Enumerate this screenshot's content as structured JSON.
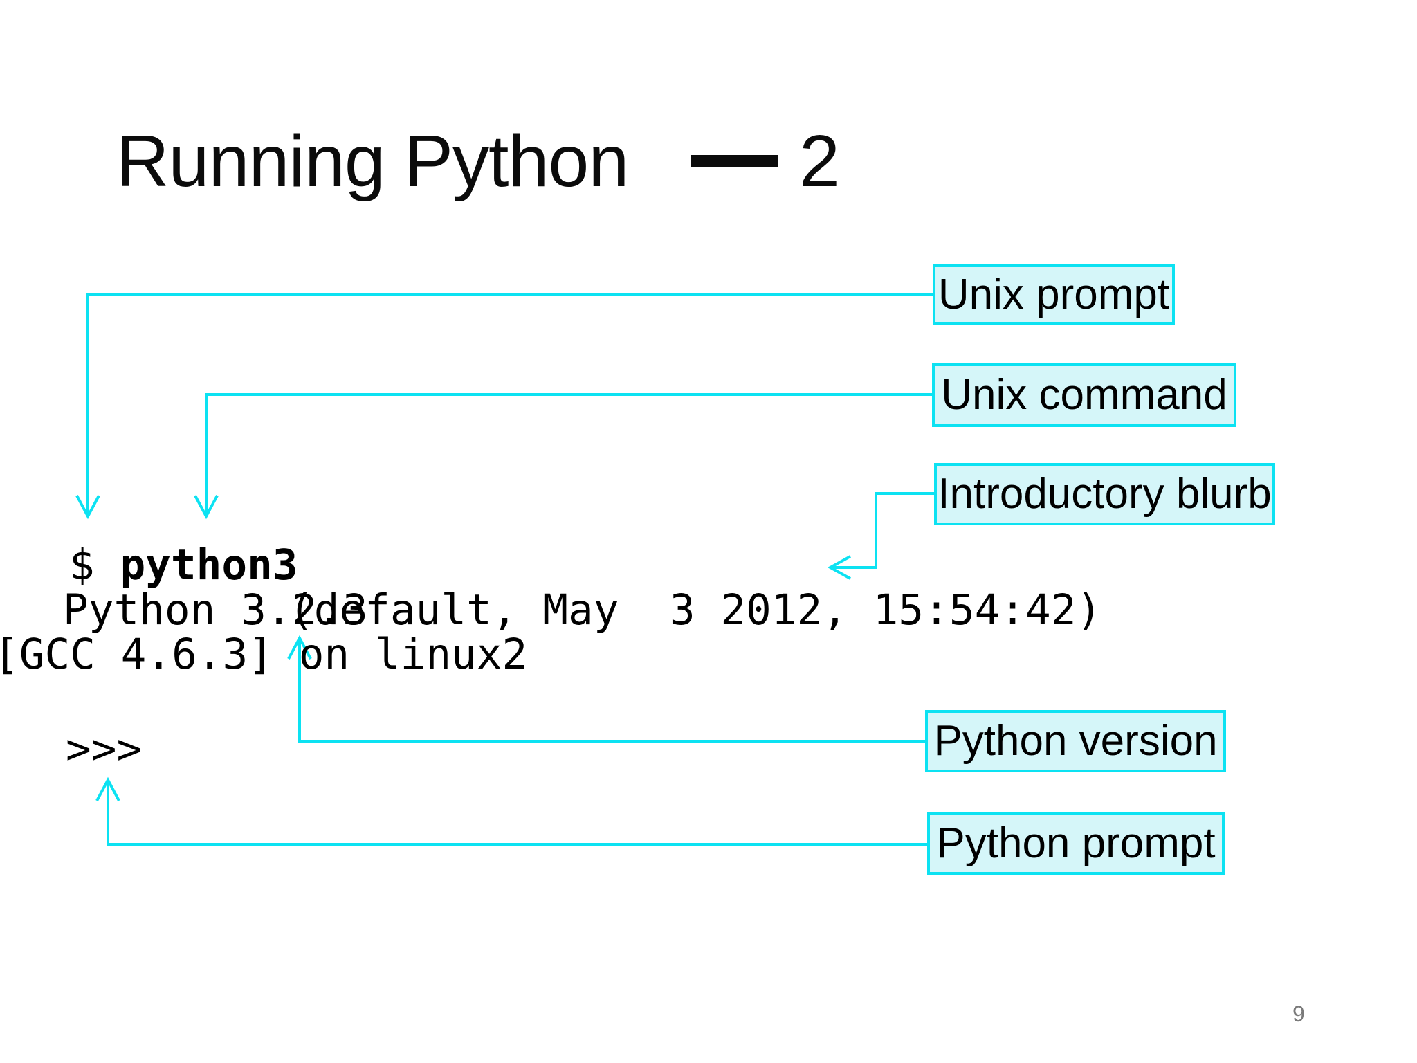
{
  "slide": {
    "title_main": "Running Python",
    "title_separator": "—",
    "title_number": "2",
    "page_number": "9"
  },
  "terminal": {
    "prompt_symbol": "$ ",
    "command": "python3",
    "version_line_left": "Python 3.2.3",
    "version_line_right": "(default, May  3 2012, 15:54:42)",
    "gcc_line": "[GCC 4.6.3] on linux2",
    "python_prompt": ">>>"
  },
  "callouts": [
    {
      "label": "Unix prompt"
    },
    {
      "label": "Unix command"
    },
    {
      "label": "Introductory blurb"
    },
    {
      "label": "Python version"
    },
    {
      "label": "Python prompt"
    }
  ],
  "colors": {
    "accent_cyan": "#0ce2f2",
    "callout_fill": "#d5f6f9",
    "text": "#000000",
    "page_number_gray": "#7a7a7a"
  }
}
